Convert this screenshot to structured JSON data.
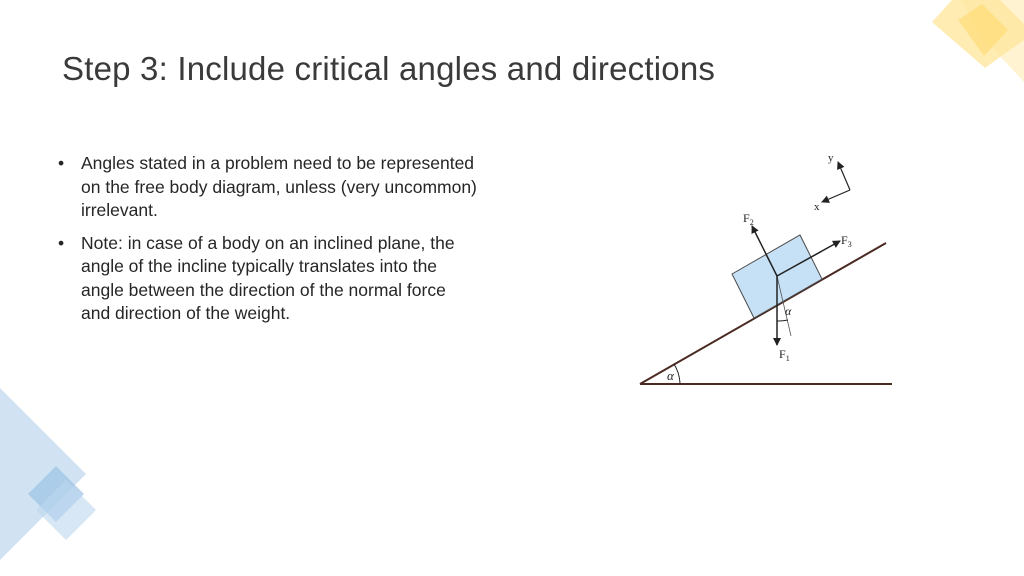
{
  "slide": {
    "title": "Step 3: Include critical angles and directions",
    "bullets": [
      {
        "marker": "•",
        "text": "Angles stated in a problem need to be represented on the free body diagram, unless (very uncommon) irrelevant."
      },
      {
        "marker": "•",
        "text": "Note: in case of a body on an inclined plane, the angle of the incline typically translates into the angle between the direction of the normal force and direction of the weight."
      }
    ]
  },
  "diagram": {
    "axis_y_label": "y",
    "axis_x_label": "x",
    "f2": {
      "base": "F",
      "sub": "2"
    },
    "f3": {
      "base": "F",
      "sub": "3"
    },
    "f1": {
      "base": "F",
      "sub": "1"
    },
    "angle_label": "α",
    "incline_angle_label": "α"
  },
  "colors": {
    "block_fill": "#c6e0f5",
    "deco_blue": "#bdd7ee",
    "deco_gold": "#ffe699"
  }
}
